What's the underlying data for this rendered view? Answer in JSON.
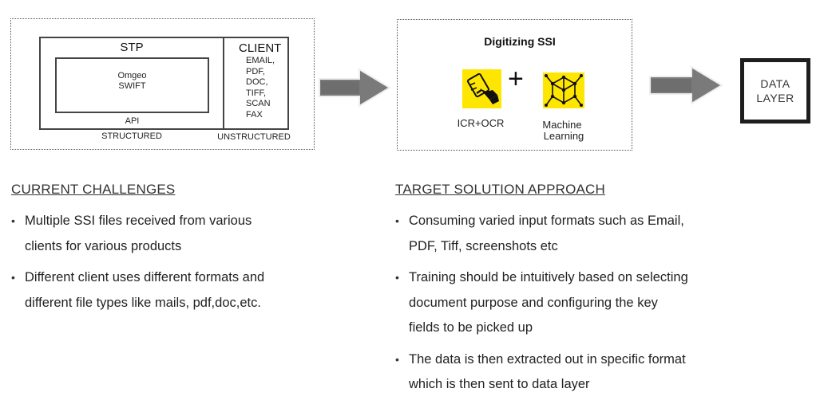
{
  "diagram": {
    "stp": {
      "title": "STP",
      "inner_line1": "Omgeo",
      "inner_line2": "SWIFT",
      "api_label": "API",
      "structured_label": "STRUCTURED"
    },
    "client": {
      "title": "CLIENT",
      "formats": [
        "EMAIL,",
        "PDF,",
        "DOC,",
        "TIFF,",
        "SCAN",
        "FAX"
      ],
      "unstructured_label": "UNSTRUCTURED"
    },
    "digitizing": {
      "title": "Digitizing SSI",
      "plus": "+",
      "icr_label": "ICR+OCR",
      "ml_label_line1": "Machine",
      "ml_label_line2": "Learning"
    },
    "data_layer": {
      "line1": "DATA",
      "line2": "LAYER"
    },
    "colors": {
      "arrow": "#7a7a7a",
      "icon_bg": "#ffe600"
    }
  },
  "challenges": {
    "heading": "CURRENT CHALLENGES",
    "bullets": [
      [
        "Multiple SSI files received from various",
        "clients for various products"
      ],
      [
        "Different client uses different formats and",
        "different file types like mails, pdf,doc,etc."
      ]
    ]
  },
  "solution": {
    "heading": "TARGET SOLUTION APPROACH",
    "bullets": [
      [
        "Consuming varied input formats such as Email,",
        "PDF, Tiff, screenshots etc"
      ],
      [
        "Training should be intuitively based on selecting",
        "document purpose and configuring the key",
        "fields to be picked up"
      ],
      [
        "The data is then extracted out in specific format",
        "which is then sent to data layer"
      ]
    ]
  }
}
